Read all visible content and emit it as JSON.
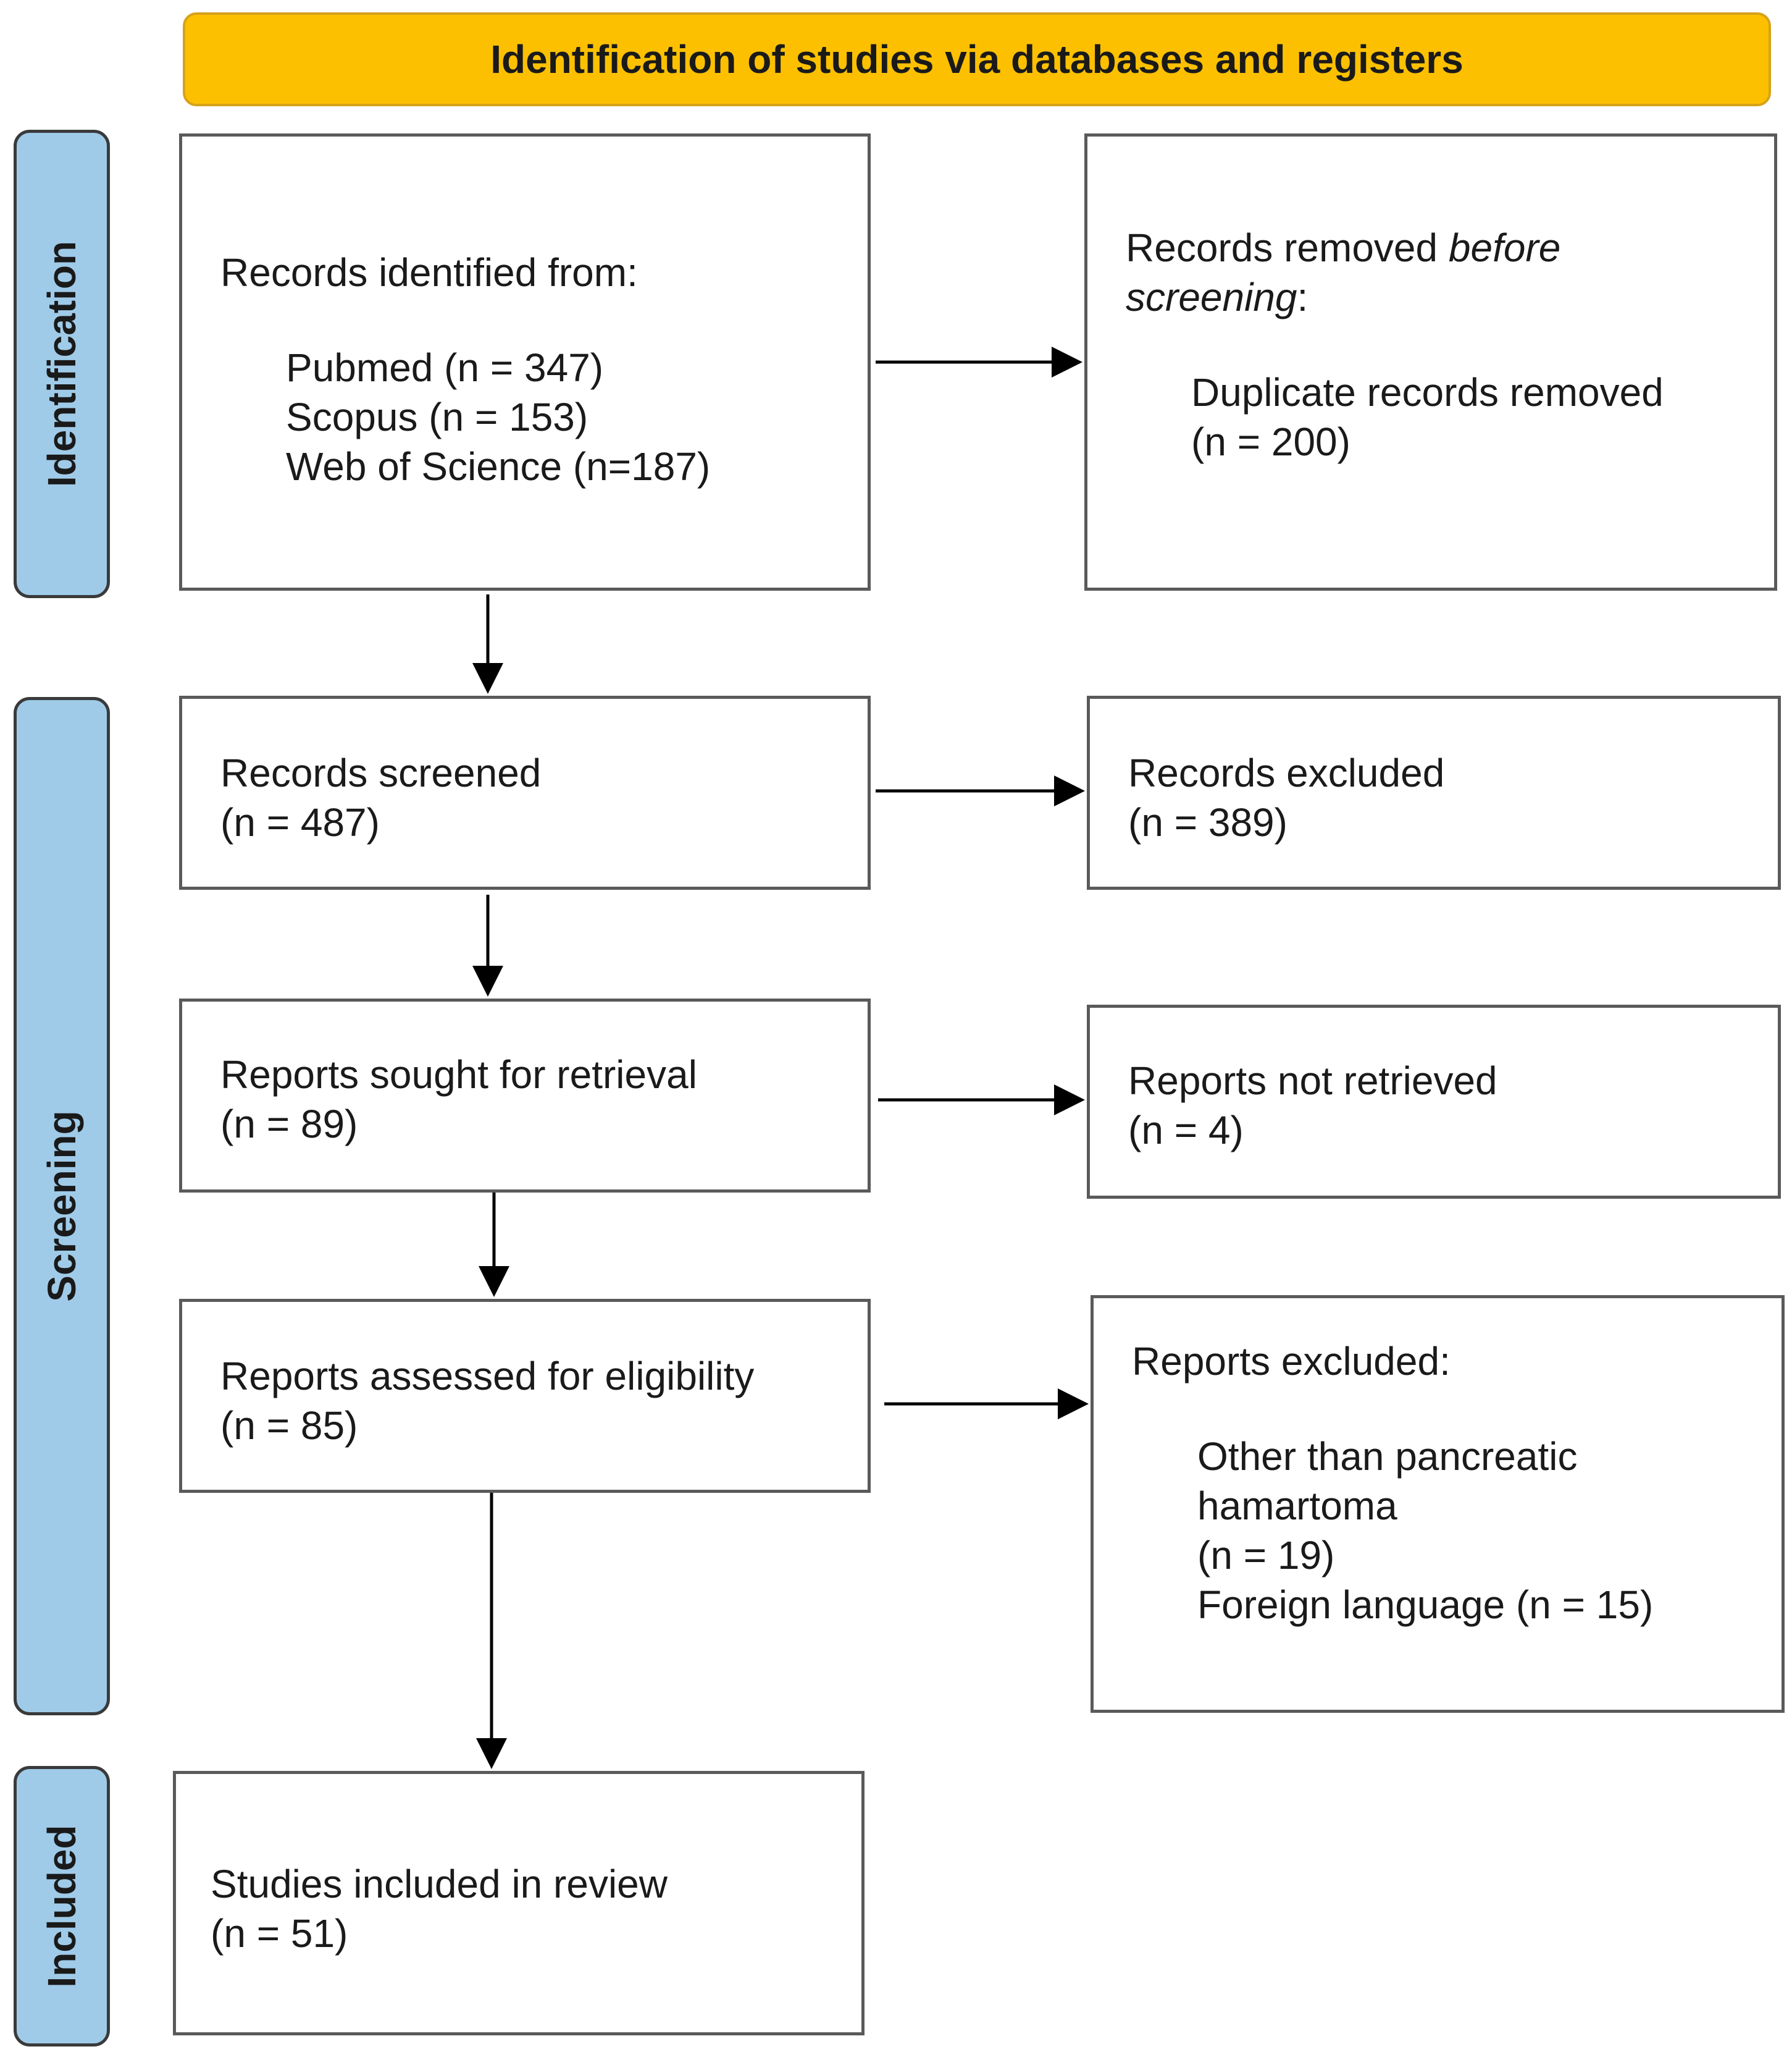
{
  "header": {
    "title": "Identification of studies via databases and registers"
  },
  "phases": {
    "identification": "Identification",
    "screening": "Screening",
    "included": "Included"
  },
  "identification": {
    "records_identified": {
      "heading": "Records identified from:",
      "sources": [
        "Pubmed (n = 347)",
        "Scopus (n = 153)",
        "Web of Science (n=187)"
      ]
    },
    "records_removed": {
      "heading_prefix": "Records removed ",
      "heading_emphasis_1": "before",
      "heading_emphasis_2": "screening",
      "heading_suffix": ":",
      "detail_line_1": "Duplicate records removed",
      "detail_line_2": "(n = 200)"
    }
  },
  "screening": {
    "records_screened": {
      "label": "Records screened",
      "count": "(n = 487)"
    },
    "records_excluded": {
      "label": "Records excluded",
      "count": "(n = 389)"
    },
    "reports_sought": {
      "label": "Reports sought for retrieval",
      "count": "(n = 89)"
    },
    "reports_not_retrieved": {
      "label": "Reports not retrieved",
      "count": "(n = 4)"
    },
    "reports_assessed": {
      "label": "Reports assessed for eligibility",
      "count": "(n = 85)"
    },
    "reports_excluded": {
      "heading": "Reports excluded:",
      "reason_1_line_1": "Other than pancreatic",
      "reason_1_line_2": "hamartoma",
      "reason_1_count": "(n = 19)",
      "reason_2": "Foreign language (n = 15)"
    }
  },
  "included": {
    "studies_included": {
      "label": "Studies included in review",
      "count": "(n = 51)"
    }
  },
  "colors": {
    "banner_fill": "#fcc000",
    "phase_fill": "#9fcbe9",
    "box_border": "#5a5a5a",
    "arrow": "#000000"
  }
}
